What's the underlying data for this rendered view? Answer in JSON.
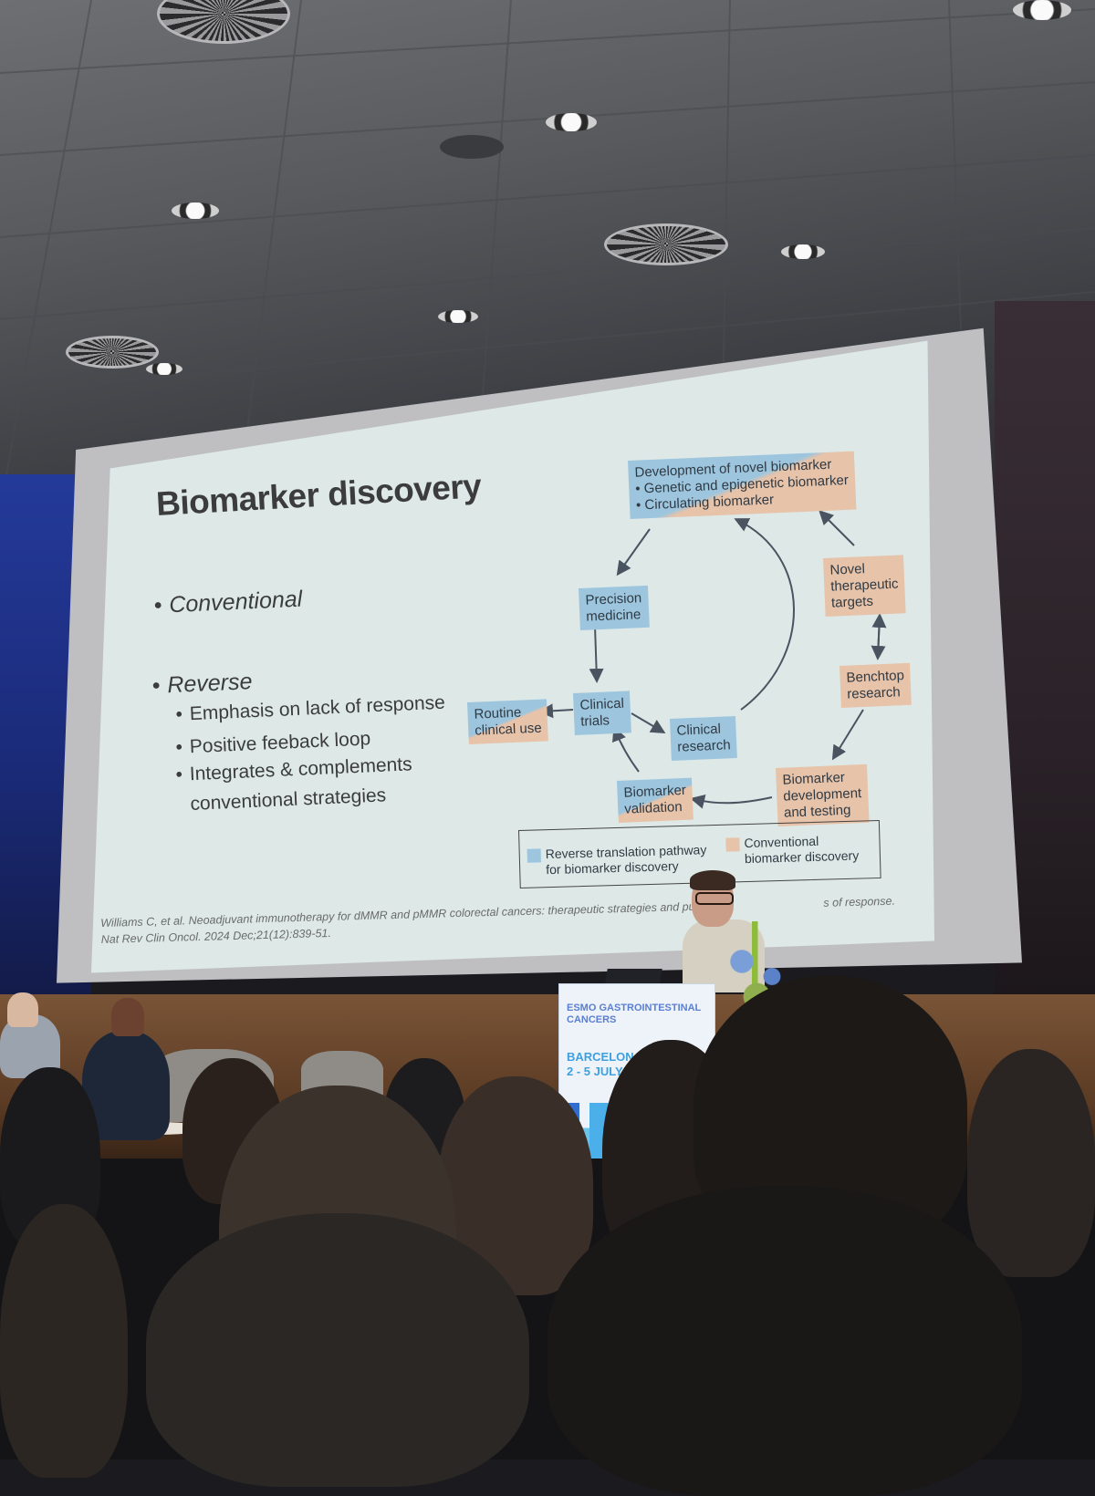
{
  "slide": {
    "title": "Biomarker discovery",
    "bullets": {
      "conventional": "Conventional",
      "reverse": "Reverse",
      "sub": [
        "Emphasis on lack of response",
        "Positive feeback loop",
        "Integrates & complements",
        "conventional strategies"
      ]
    },
    "diagram": {
      "dev_line1": "Development of novel biomarker",
      "dev_line2": "• Genetic and epigenetic biomarker",
      "dev_line3": "• Circulating biomarker",
      "novel": [
        "Novel",
        "therapeutic",
        "targets"
      ],
      "benchtop": [
        "Benchtop",
        "research"
      ],
      "biomarker_dev": [
        "Biomarker",
        "development",
        "and testing"
      ],
      "validation": [
        "Biomarker",
        "validation"
      ],
      "clinical_research": [
        "Clinical",
        "research"
      ],
      "clinical_trials": [
        "Clinical",
        "trials"
      ],
      "precision": [
        "Precision",
        "medicine"
      ],
      "routine": [
        "Routine",
        "clinical use"
      ]
    },
    "legend": {
      "reverse": [
        "Reverse translation pathway",
        "for biomarker discovery"
      ],
      "conventional": [
        "Conventional",
        "biomarker discovery"
      ],
      "reverse_color": "#9dc6de",
      "conventional_color": "#e7c3a9"
    },
    "citation": [
      "Williams C, et al. Neoadjuvant immunotherapy for dMMR and pMMR colorectal cancers: therapeutic strategies and putativ",
      "s of response.",
      "Nat Rev Clin Oncol. 2024 Dec;21(12):839-51."
    ]
  },
  "podium": {
    "line1": "ESMO GASTROINTESTINAL",
    "line2": "CANCERS",
    "line3": "BARCELONA SPAIN",
    "line4": "2 - 5 JULY 2025"
  }
}
